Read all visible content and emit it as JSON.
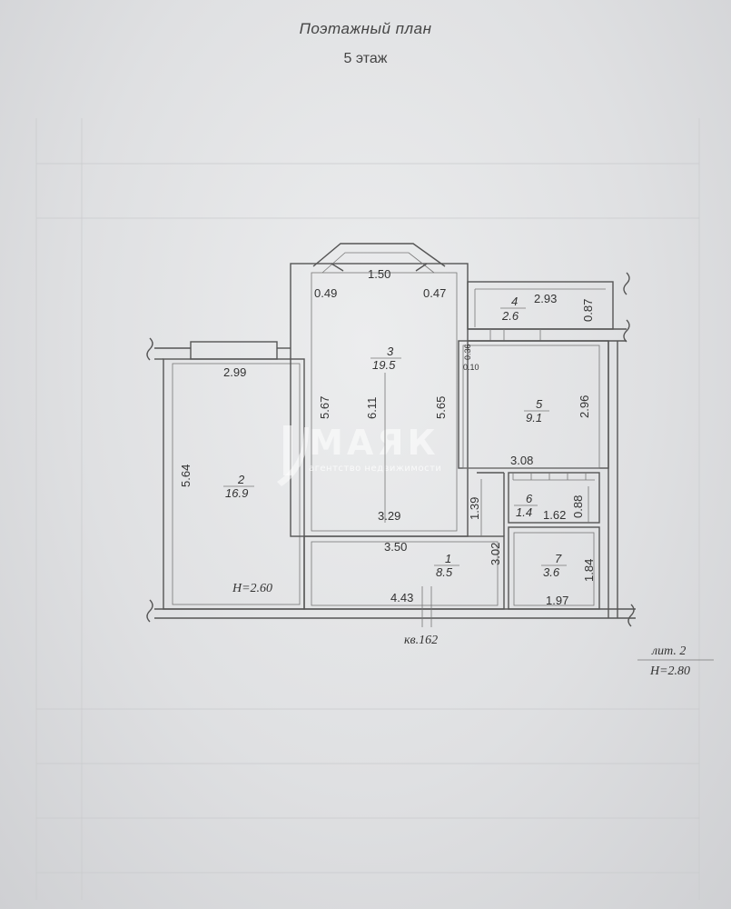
{
  "header": {
    "title": "Поэтажный план",
    "subtitle": "5 этаж"
  },
  "rooms": [
    {
      "number": "1",
      "area": "8.5"
    },
    {
      "number": "2",
      "area": "16.9"
    },
    {
      "number": "3",
      "area": "19.5"
    },
    {
      "number": "4",
      "area": "2.6"
    },
    {
      "number": "5",
      "area": "9.1"
    },
    {
      "number": "6",
      "area": "1.4"
    },
    {
      "number": "7",
      "area": "3.6"
    }
  ],
  "dimensions": {
    "bay_width": "1.50",
    "bay_left": "0.49",
    "bay_right": "0.47",
    "balcony_length": "2.93",
    "balcony_depth": "0.87",
    "gap_top": "0.36",
    "gap_bottom": "0.10",
    "room2_width": "2.99",
    "room2_height": "5.64",
    "room3_left": "5.67",
    "room3_mid": "6.11",
    "room3_right": "5.65",
    "room3_bottom": "3.29",
    "room5_height": "2.96",
    "room5_bottom": "3.08",
    "corridor_small": "1.39",
    "hall_right": "3.02",
    "room6_height": "0.88",
    "room6_width": "1.62",
    "room7_height": "1.84",
    "room7_width": "1.97",
    "hall_top": "3.50",
    "hall_bottom": "4.43"
  },
  "notes": {
    "ceiling_height": "H=2.60",
    "apartment": "кв.162",
    "building_label": "лит. 2",
    "building_height": "H=2.80"
  },
  "watermark": {
    "brand": "МАЯК",
    "tagline": "агентство недвижимости"
  }
}
